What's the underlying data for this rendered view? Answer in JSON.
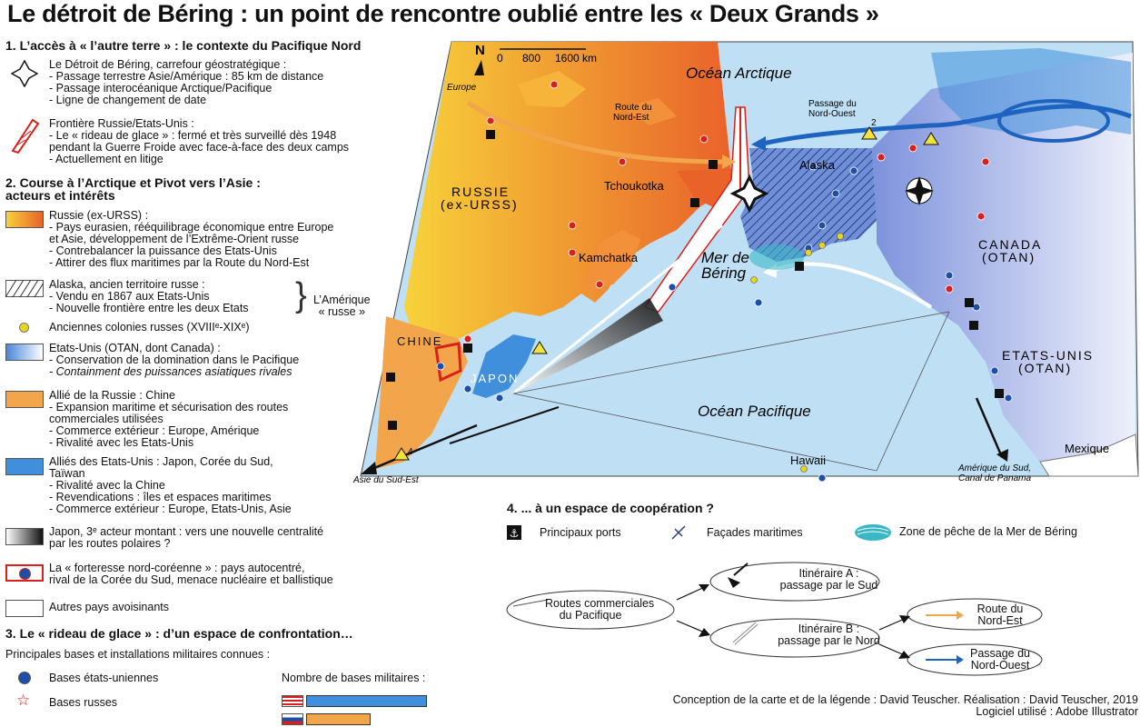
{
  "title": "Le détroit de Béring : un point de rencontre oublié entre les « Deux Grands »",
  "section1": {
    "heading": "1. L’accès à « l’autre terre » : le contexte du Pacifique Nord",
    "strait": [
      "Le Détroit de Béring, carrefour géostratégique :",
      "- Passage terrestre Asie/Amérique : 85 km de distance",
      "- Passage interocéanique Arctique/Pacifique",
      "- Ligne de changement de date"
    ],
    "border": [
      "Frontière Russie/Etats-Unis :",
      "- Le « rideau de glace » : fermé et très surveillé dès 1948",
      "pendant la Guerre Froide avec face-à-face des deux camps",
      "- Actuellement en litige"
    ]
  },
  "section2": {
    "heading": [
      "2. Course à l’Arctique et Pivot vers l’Asie :",
      "acteurs et intérêts"
    ],
    "russia": [
      "Russie (ex-URSS) :",
      "- Pays eurasien, rééquilibrage économique entre Europe",
      "et Asie, développement de l’Extrême-Orient russe",
      "- Contrebalancer la puissance des Etats-Unis",
      "- Attirer des flux maritimes par la Route du Nord-Est"
    ],
    "alaska": [
      "Alaska, ancien territoire russe :",
      "- Vendu en 1867 aux Etats-Unis",
      "- Nouvelle frontière entre les deux Etats"
    ],
    "colonies": "Anciennes colonies russes (XVIIIᵉ-XIXᵉ)",
    "amerique_russe": [
      "L’Amérique",
      "« russe »"
    ],
    "usa": [
      "Etats-Unis (OTAN, dont Canada) :",
      "- Conservation de la domination dans le Pacifique",
      "- Containment des puissances asiatiques rivales"
    ],
    "china": [
      "Allié de la Russie : Chine",
      "- Expansion maritime et sécurisation des routes",
      "commerciales utilisées",
      "- Commerce extérieur : Europe, Amérique",
      "- Rivalité avec les Etats-Unis"
    ],
    "us_allies": [
      "Alliés des Etats-Unis : Japon, Corée du Sud,",
      "Taïwan",
      "- Rivalité avec la Chine",
      "- Revendications : îles et espaces maritimes",
      "- Commerce extérieur : Europe, Etats-Unis, Asie"
    ],
    "japan": [
      "Japon, 3ᵉ acteur montant : vers une nouvelle centralité",
      "par les routes polaires ?"
    ],
    "north_korea": [
      "La « forteresse nord-coréenne » : pays autocentré,",
      "rival de la Corée du Sud, menace nucléaire et ballistique"
    ],
    "others": "Autres pays avoisinants"
  },
  "section3": {
    "heading": "3. Le « rideau de glace » : d’un espace de confrontation…",
    "subheading": "Principales bases et installations militaires connues :",
    "us_bases": "Bases états-uniennes",
    "ru_bases": "Bases russes",
    "count_label": "Nombre de bases militaires :",
    "bar_values": {
      "usa": 0.78,
      "russia": 0.42
    }
  },
  "section4": {
    "heading": "4. ... à un espace de coopération ?",
    "ports": "Principaux ports",
    "facades": "Façades maritimes",
    "fishing": "Zone de pêche de la Mer de Béring",
    "routes_pacifique": [
      "Routes commerciales",
      "du Pacifique"
    ],
    "itin_a": [
      "Itinéraire A :",
      "passage par le Sud"
    ],
    "itin_b": [
      "Itinéraire B :",
      "passage par le Nord"
    ],
    "route_ne": [
      "Route du",
      "Nord-Est"
    ],
    "passage_no": [
      "Passage du",
      "Nord-Ouest"
    ]
  },
  "credits": [
    "Conception de la carte et de la légende : David Teuscher. Réalisation : David Teuscher, 2019",
    "Logiciel utilisé : Adobe Illustrator"
  ],
  "map": {
    "scale_labels": [
      "0",
      "800",
      "1600 km"
    ],
    "north": "N",
    "ocean_arctic": "Océan Arctique",
    "ocean_pacific": "Océan Pacifique",
    "mer_bering": [
      "Mer de",
      "Béring"
    ],
    "russie": [
      "RUSSIE",
      "(ex-URSS)"
    ],
    "canada": [
      "CANADA",
      "(OTAN)"
    ],
    "usa": [
      "ETATS-UNIS",
      "(OTAN)"
    ],
    "chine": "CHINE",
    "japon": "JAPON",
    "tchoukotka": "Tchoukotka",
    "kamchatka": "Kamchatka",
    "alaska": "Alaska",
    "hawaii": "Hawaii",
    "mexique": "Mexique",
    "europe": "Europe",
    "route_ne": [
      "Route du",
      "Nord-Est"
    ],
    "passage_no": [
      "Passage du",
      "Nord-Ouest"
    ],
    "asie_se": "Asie du Sud-Est",
    "amerique_sud": [
      "Amérique du Sud,",
      "Canal de Panama"
    ],
    "num2": "2",
    "num4": "4"
  },
  "colors": {
    "russia_light": "#f7d23a",
    "russia_dark": "#e9622a",
    "china": "#f2a54a",
    "usa_ally": "#3f8fdd",
    "ocean": "#bfe0f4",
    "usa_land": "#9fb2e8"
  }
}
